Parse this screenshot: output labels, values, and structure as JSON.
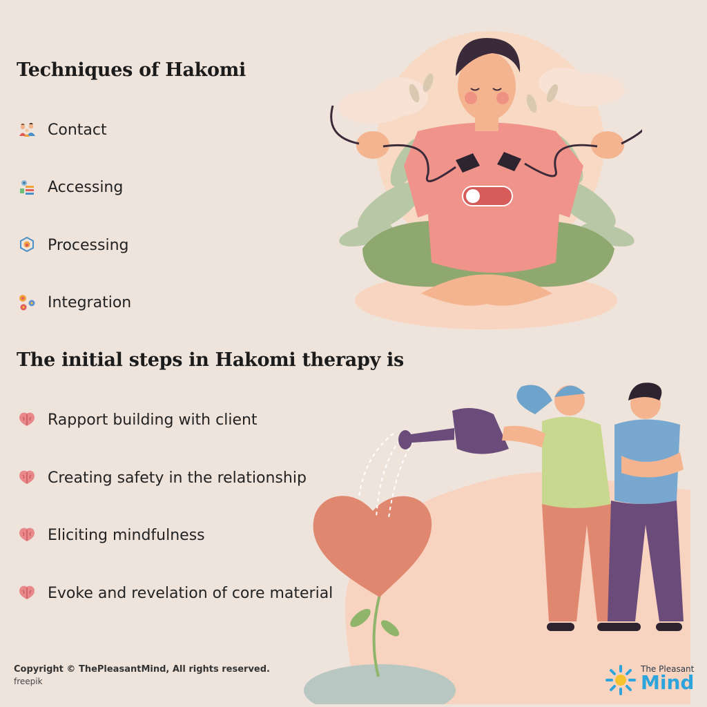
{
  "section1": {
    "title": "Techniques of Hakomi",
    "items": [
      {
        "label": "Contact",
        "icon": "people-icon"
      },
      {
        "label": "Accessing",
        "icon": "brain-document-icon"
      },
      {
        "label": "Processing",
        "icon": "processing-shield-icon"
      },
      {
        "label": "Integration",
        "icon": "puzzle-flower-icon"
      }
    ]
  },
  "section2": {
    "title": "The initial steps in Hakomi therapy is",
    "items": [
      {
        "label": "Rapport building with client",
        "icon": "brain-icon"
      },
      {
        "label": "Creating safety in the relationship",
        "icon": "brain-icon"
      },
      {
        "label": "Eliciting mindfulness",
        "icon": "brain-icon"
      },
      {
        "label": "Evoke and revelation of core material",
        "icon": "brain-icon"
      }
    ]
  },
  "footer": {
    "copyright": "Copyright © ThePleasantMind, All rights reserved.",
    "credit": "freepik"
  },
  "brand": {
    "small": "The Pleasant",
    "big": "Mind"
  },
  "colors": {
    "background": "#efe4dc",
    "accent_pink": "#e8888a",
    "brand_blue": "#2da4dc",
    "brand_yellow": "#f5c230"
  }
}
